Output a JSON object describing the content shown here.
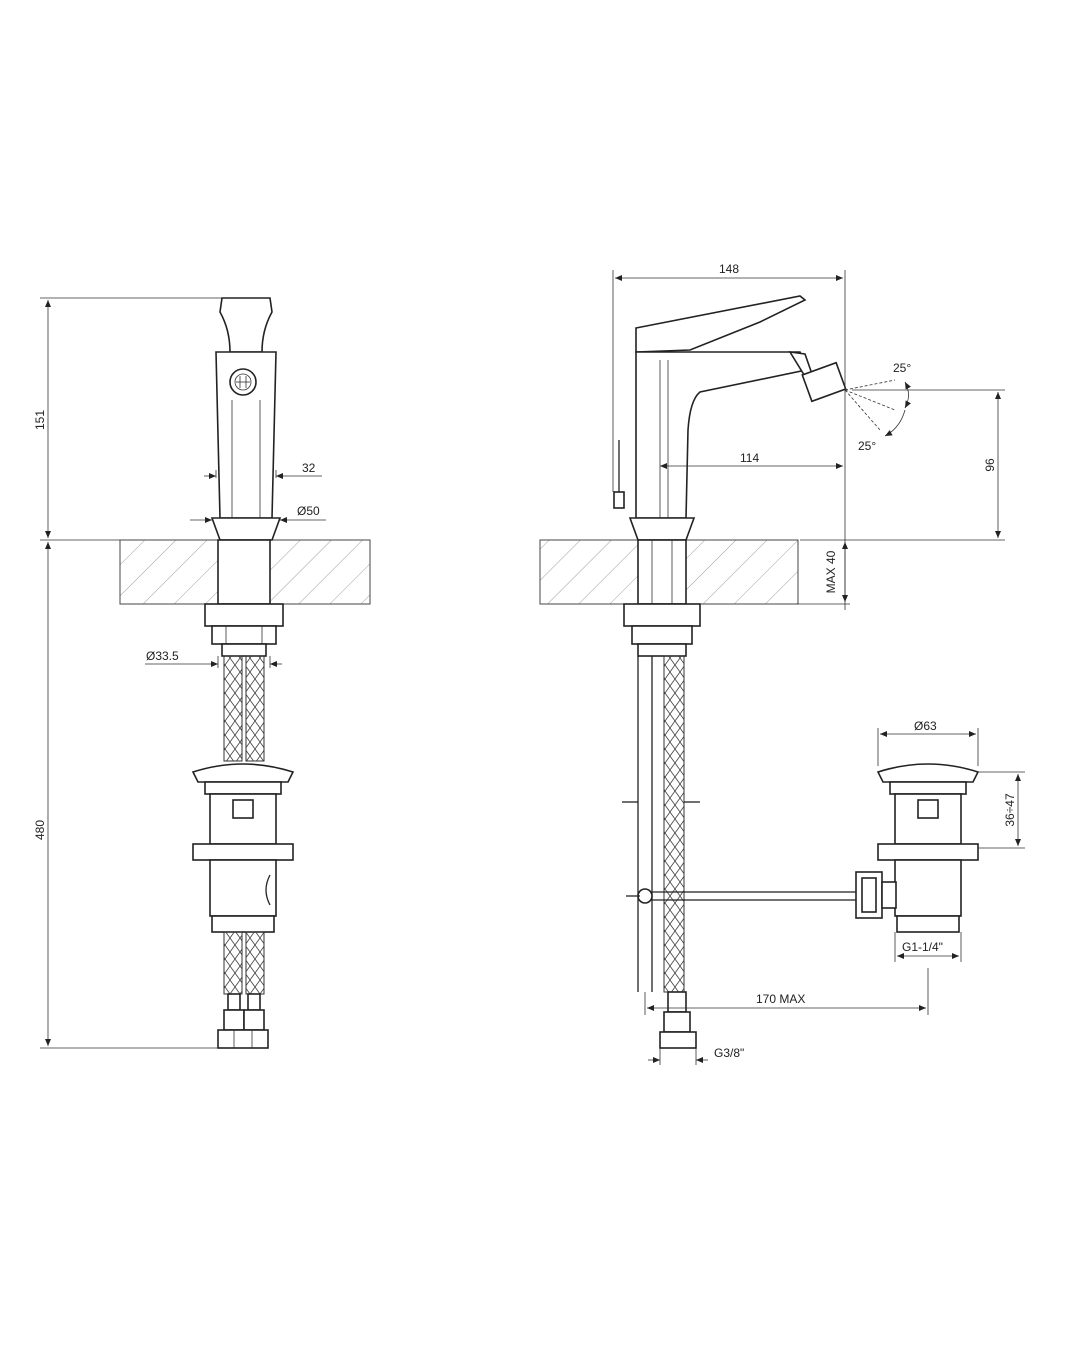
{
  "dimensions": {
    "front": {
      "height_top": "151",
      "height_bottom": "480",
      "body_width": "32",
      "base_diameter": "Ø50",
      "shank_diameter": "Ø33.5"
    },
    "side": {
      "overall_length": "148",
      "spout_reach": "114",
      "spout_height": "96",
      "deck_thickness": "MAX 40",
      "spray_angle_up": "25°",
      "spray_angle_down": "25°",
      "waste_diameter": "Ø63",
      "waste_range": "36÷47",
      "waste_thread": "G1-1/4\"",
      "rod_length": "170 MAX",
      "hose_thread": "G3/8\""
    }
  }
}
